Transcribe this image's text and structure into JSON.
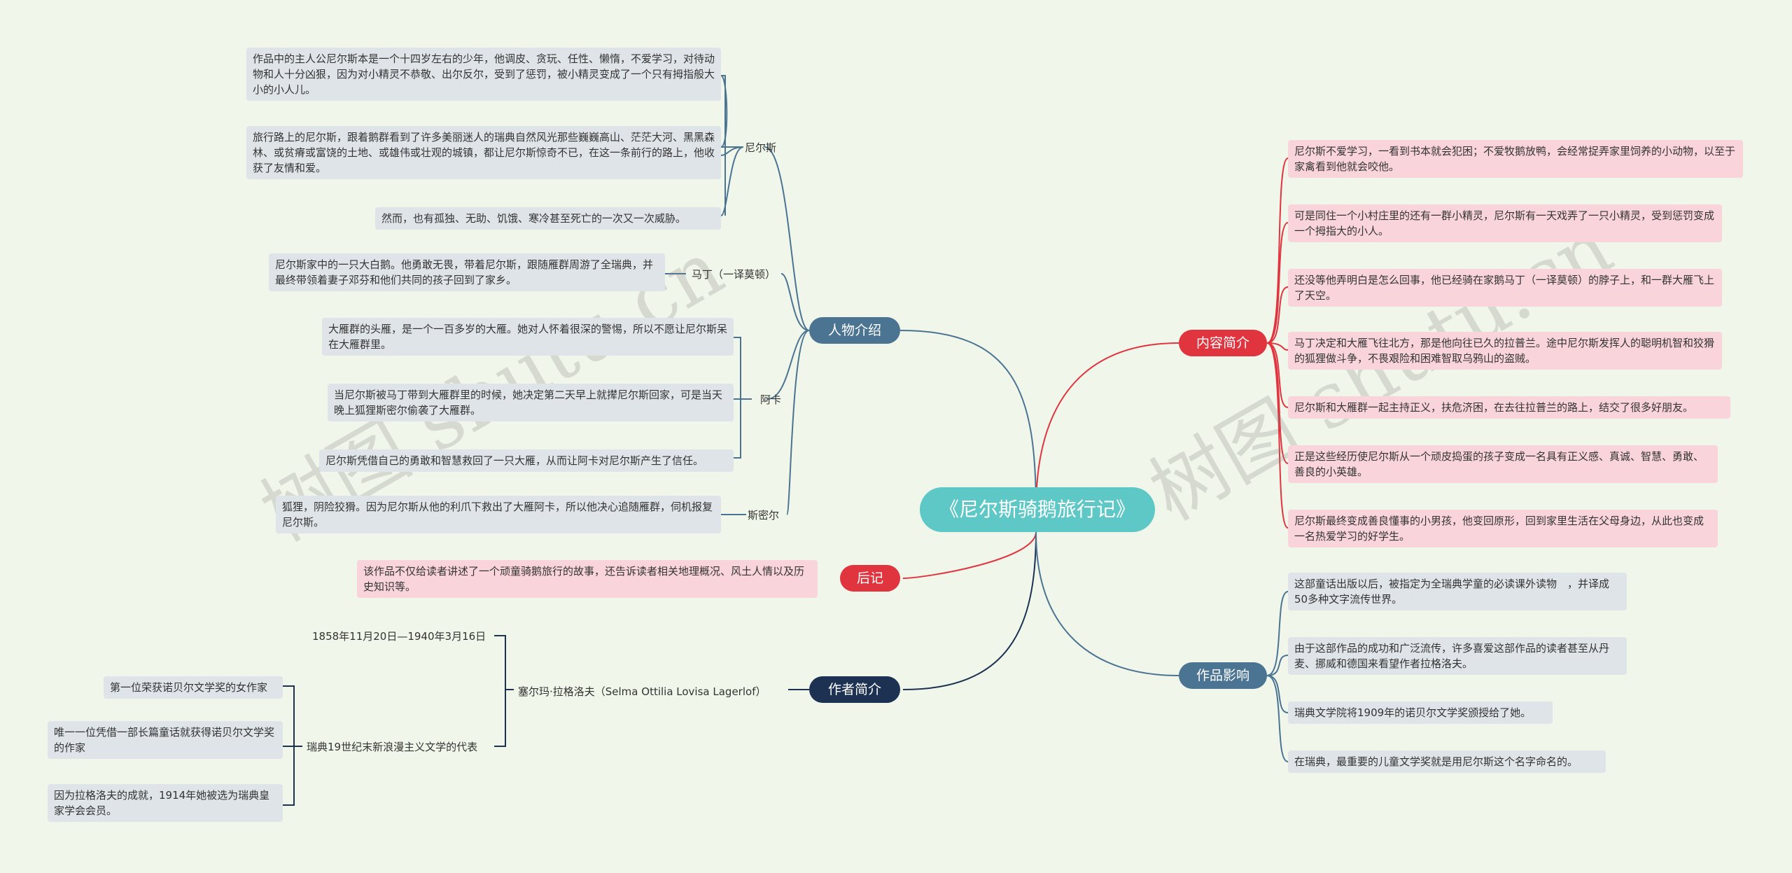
{
  "root": "《尼尔斯骑鹅旅行记》",
  "watermark": "树图 shutu.cn",
  "colors": {
    "people": "#4b7493",
    "content": "#e0343f",
    "afterword": "#e0343f",
    "author": "#1d3253",
    "impact": "#4b7493",
    "root": "#5ec8c6"
  },
  "people": {
    "label": "人物介绍",
    "nils": {
      "label": "尼尔斯",
      "items": [
        "作品中的主人公尼尔斯本是一个十四岁左右的少年，他调皮、贪玩、任性、懒惰，不爱学习，对待动物和人十分凶狠，因为对小精灵不恭敬、出尔反尔，受到了惩罚，被小精灵变成了一个只有拇指般大小的小人儿。",
        "旅行路上的尼尔斯，跟着鹅群看到了许多美丽迷人的瑞典自然风光那些巍巍高山、茫茫大河、黑黑森林、或贫瘠或富饶的土地、或雄伟或壮观的城镇，都让尼尔斯惊奇不已，在这一条前行的路上，他收获了友情和爱。",
        "然而，也有孤独、无助、饥饿、寒冷甚至死亡的一次又一次威胁。"
      ]
    },
    "martin": {
      "label": "马丁（一译莫顿）",
      "items": [
        "尼尔斯家中的一只大白鹅。他勇敢无畏，带着尼尔斯，跟随雁群周游了全瑞典，并最终带领着妻子邓芬和他们共同的孩子回到了家乡。"
      ]
    },
    "akka": {
      "label": "阿卡",
      "items": [
        "大雁群的头雁，是一个一百多岁的大雁。她对人怀着很深的警惕，所以不愿让尼尔斯呆在大雁群里。",
        "当尼尔斯被马丁带到大雁群里的时候，她决定第二天早上就撵尼尔斯回家，可是当天晚上狐狸斯密尔偷袭了大雁群。",
        "尼尔斯凭借自己的勇敢和智慧救回了一只大雁，从而让阿卡对尼尔斯产生了信任。"
      ]
    },
    "smirre": {
      "label": "斯密尔",
      "items": [
        "狐狸，阴险狡猾。因为尼尔斯从他的利爪下救出了大雁阿卡，所以他决心追随雁群，伺机报复尼尔斯。"
      ]
    }
  },
  "afterword": {
    "label": "后记",
    "items": [
      "该作品不仅给读者讲述了一个顽童骑鹅旅行的故事，还告诉读者相关地理概况、风土人情以及历史知识等。"
    ]
  },
  "author": {
    "label": "作者简介",
    "name": "塞尔玛·拉格洛夫（Selma Ottilia Lovisa Lagerlof）",
    "dates": "1858年11月20日—1940年3月16日",
    "rep": {
      "label": "瑞典19世纪末新浪漫主义文学的代表",
      "items": [
        "第一位荣获诺贝尔文学奖的女作家",
        "唯一一位凭借一部长篇童话就获得诺贝尔文学奖的作家",
        "因为拉格洛夫的成就，1914年她被选为瑞典皇家学会会员。"
      ]
    }
  },
  "content": {
    "label": "内容简介",
    "items": [
      "尼尔斯不爱学习，一看到书本就会犯困；不爱牧鹅放鸭，会经常捉弄家里饲养的小动物，以至于家禽看到他就会咬他。",
      "可是同住一个小村庄里的还有一群小精灵，尼尔斯有一天戏弄了一只小精灵，受到惩罚变成一个拇指大的小人。",
      "还没等他弄明白是怎么回事，他已经骑在家鹅马丁（一译莫顿）的脖子上，和一群大雁飞上了天空。",
      "马丁决定和大雁飞往北方，那是他向往已久的拉普兰。途中尼尔斯发挥人的聪明机智和狡猾的狐狸做斗争，不畏艰险和困难智取乌鸦山的盗贼。",
      "尼尔斯和大雁群一起主持正义，扶危济困，在去往拉普兰的路上，结交了很多好朋友。",
      "正是这些经历使尼尔斯从一个顽皮捣蛋的孩子变成一名具有正义感、真诚、智慧、勇敢、善良的小英雄。",
      "尼尔斯最终变成善良懂事的小男孩，他变回原形，回到家里生活在父母身边，从此也变成一名热爱学习的好学生。"
    ]
  },
  "impact": {
    "label": "作品影响",
    "items": [
      "这部童话出版以后，被指定为全瑞典学童的必读课外读物　，并译成50多种文字流传世界。",
      "由于这部作品的成功和广泛流传，许多喜爱这部作品的读者甚至从丹麦、挪威和德国来看望作者拉格洛夫。",
      "瑞典文学院将1909年的诺贝尔文学奖颁授给了她。",
      "在瑞典，最重要的儿童文学奖就是用尼尔斯这个名字命名的。"
    ]
  }
}
